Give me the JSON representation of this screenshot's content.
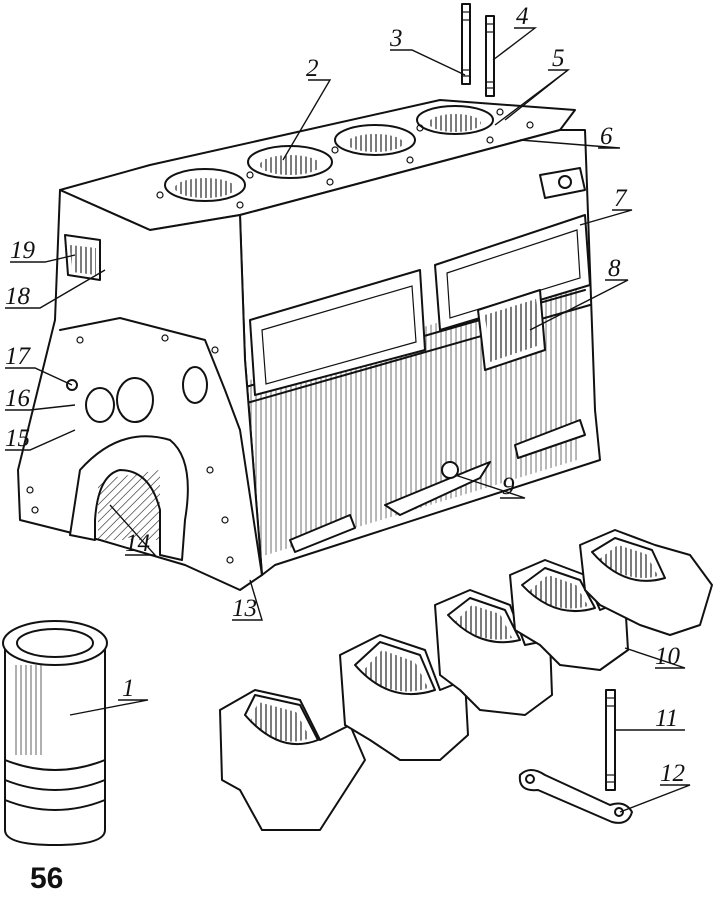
{
  "figure": {
    "page_number": "56",
    "callouts": [
      "1",
      "2",
      "3",
      "4",
      "5",
      "6",
      "7",
      "8",
      "9",
      "10",
      "11",
      "12",
      "13",
      "14",
      "15",
      "16",
      "17",
      "18",
      "19"
    ]
  }
}
